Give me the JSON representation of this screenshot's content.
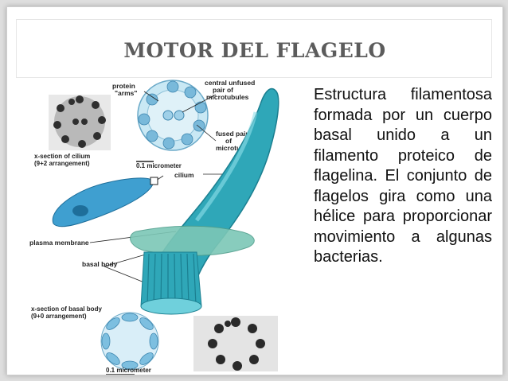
{
  "slide": {
    "title": "MOTOR DEL FLAGELO",
    "body_text": "Estructura filamentosa formada por un cuerpo basal unido a un filamento proteico de flagelina. El conjunto de flagelos gira como una hélice para proporcionar movimiento a algunas bacterias."
  },
  "figure": {
    "labels": {
      "protein_arms": [
        "protein",
        "\"arms\""
      ],
      "central_pair": [
        "central unfused",
        "pair of",
        "microtubules"
      ],
      "fused_pair": [
        "fused pair",
        "of",
        "microtubules"
      ],
      "cilium_xsection": [
        "x-section of cilium",
        "(9+2 arrangement)"
      ],
      "scale_top": "0.1 micrometer",
      "cilium": "cilium",
      "plasma_membrane": "plasma membrane",
      "basal_body": "basal body",
      "basal_xsection": [
        "x-section of basal body",
        "(9+0 arrangement)"
      ],
      "scale_bottom": "0.1 micrometer"
    },
    "colors": {
      "flagellum": "#2fa7b8",
      "flagellum_dark": "#1b7f90",
      "membrane": "#7cc7b6",
      "cross_section": "#9fd3ea",
      "micrograph": "#3a3a3a"
    }
  }
}
